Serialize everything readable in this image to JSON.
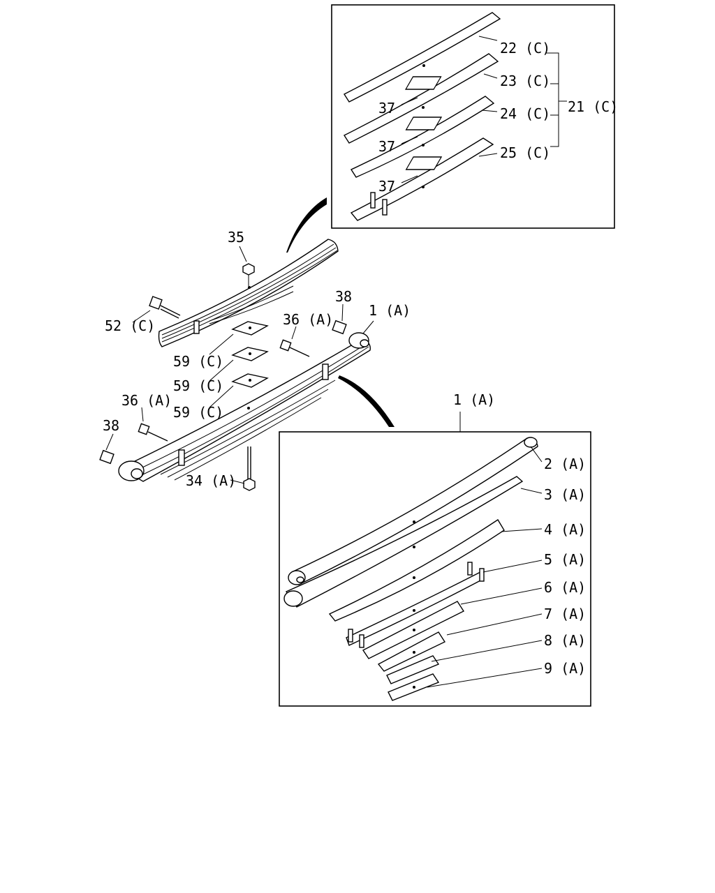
{
  "labels": {
    "l22": "22 (C)",
    "l23": "23 (C)",
    "l24": "24 (C)",
    "l25": "25 (C)",
    "l21": "21 (C)",
    "l37a": "37",
    "l37b": "37",
    "l37c": "37",
    "l35": "35",
    "l52": "52 (C)",
    "l38a": "38",
    "l1a": "1 (A)",
    "l36a": "36 (A)",
    "l59a": "59 (C)",
    "l59b": "59 (C)",
    "l59c": "59 (C)",
    "l36b": "36 (A)",
    "l38b": "38",
    "l34": "34 (A)",
    "l1b": "1 (A)",
    "l2": "2 (A)",
    "l3": "3 (A)",
    "l4": "4 (A)",
    "l5": "5 (A)",
    "l6": "6 (A)",
    "l7": "7 (A)",
    "l8": "8 (A)",
    "l9": "9 (A)"
  }
}
